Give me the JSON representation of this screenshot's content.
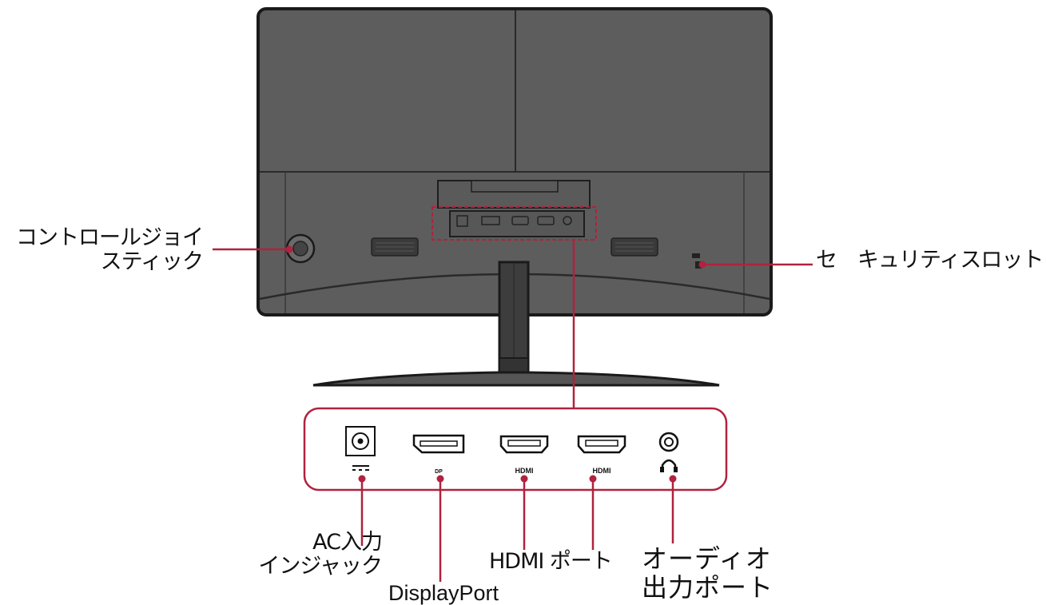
{
  "colors": {
    "callout": "#b0223e",
    "monitor_body": "#5d5d5d",
    "monitor_outline": "#1a1a1a",
    "port_outline": "#111111"
  },
  "labels": {
    "joystick": [
      "コントロールジョイ",
      "スティック"
    ],
    "security_slot": "セ　キュリティスロット",
    "ac_input": [
      "AC入力",
      "インジャック"
    ],
    "displayport": "DisplayPort",
    "hdmi": "HDMI ポート",
    "audio_out": [
      "オーディオ",
      "出力ポート"
    ]
  },
  "port_marks": {
    "dp": "DP",
    "hdmi_1": "HDMI",
    "hdmi_2": "HDMI"
  },
  "icons": {
    "dc_power": "dc-power-symbol-icon",
    "headphone": "headphone-icon"
  }
}
